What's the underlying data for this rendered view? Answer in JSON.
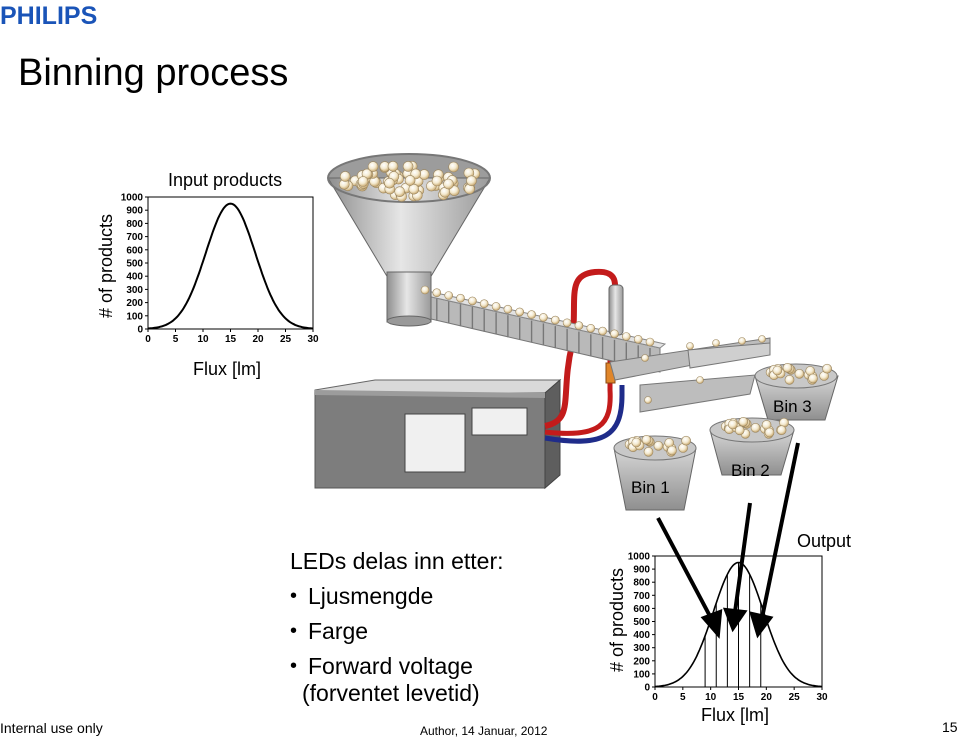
{
  "brand": {
    "logo_text": "PHILIPS",
    "color": "#1a54b8"
  },
  "slide": {
    "title": "Binning process"
  },
  "input_chart": {
    "caption": "Input products",
    "ylabel": "# of products",
    "xlabel": "Flux [lm]"
  },
  "output_chart": {
    "caption": "Output",
    "ylabel": "# of products",
    "xlabel": "Flux [lm]"
  },
  "bins": {
    "bin1": "Bin 1",
    "bin2": "Bin 2",
    "bin3": "Bin 3"
  },
  "bullets": {
    "heading": "LEDs delas inn etter:",
    "items": [
      "Ljusmengde",
      "Farge",
      "Forward voltage"
    ],
    "continuation": "(forventet levetid)"
  },
  "footer": {
    "left": "Internal use only",
    "center": "Author, 14 Januar, 2012",
    "page": "15"
  },
  "chart_data": [
    {
      "type": "line",
      "title": "Input products",
      "xlabel": "Flux [lm]",
      "ylabel": "# of products",
      "xlim": [
        0,
        30
      ],
      "ylim": [
        0,
        1000
      ],
      "xticks": [
        0,
        5,
        10,
        15,
        20,
        25,
        30
      ],
      "yticks": [
        0,
        100,
        200,
        300,
        400,
        500,
        600,
        700,
        800,
        900,
        1000
      ],
      "peak": {
        "x": 15,
        "y": 950
      },
      "spread": 4.5
    },
    {
      "type": "line",
      "title": "Output",
      "xlabel": "Flux [lm]",
      "ylabel": "# of products",
      "xlim": [
        0,
        30
      ],
      "ylim": [
        0,
        1000
      ],
      "xticks": [
        0,
        5,
        10,
        15,
        20,
        25,
        30
      ],
      "yticks": [
        0,
        100,
        200,
        300,
        400,
        500,
        600,
        700,
        800,
        900,
        1000
      ],
      "peak": {
        "x": 15,
        "y": 950
      },
      "spread": 4.5,
      "bin_edges": [
        9,
        11,
        13,
        15,
        17,
        19
      ]
    }
  ]
}
